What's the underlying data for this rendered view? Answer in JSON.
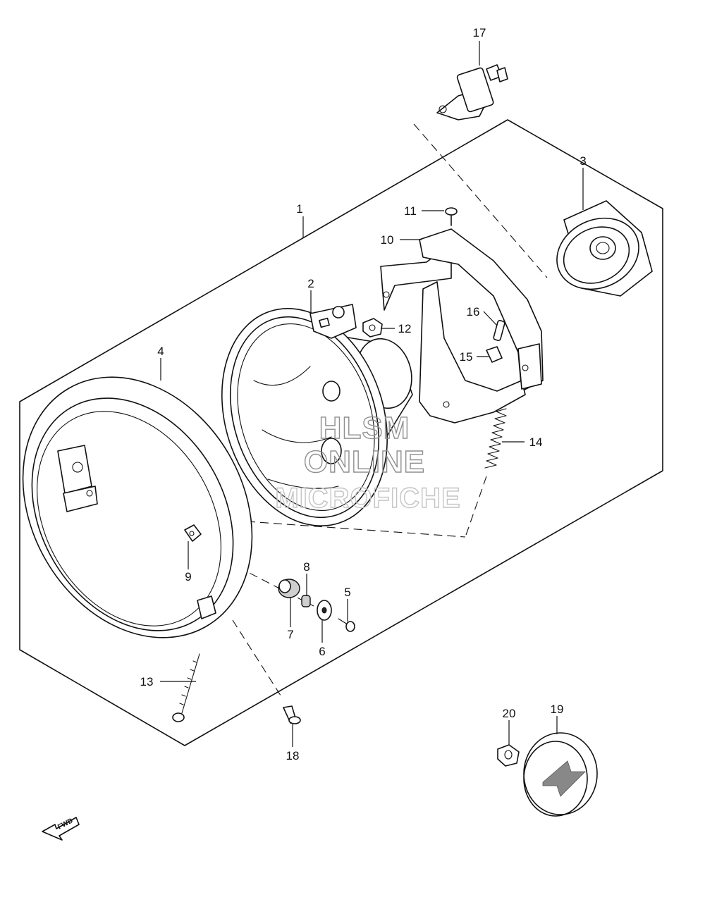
{
  "watermark": {
    "line1": "HLSM",
    "line2": "ONLINE",
    "line3": "MICROFICHE"
  },
  "direction_arrow": {
    "label": "FWD"
  },
  "callouts": [
    {
      "ref": "1",
      "part": "headlight assembly"
    },
    {
      "ref": "2",
      "part": "headlight unit"
    },
    {
      "ref": "3",
      "part": "socket cover"
    },
    {
      "ref": "4",
      "part": "headlight housing"
    },
    {
      "ref": "5",
      "part": "screw"
    },
    {
      "ref": "6",
      "part": "washer"
    },
    {
      "ref": "7",
      "part": "cushion"
    },
    {
      "ref": "8",
      "part": "spacer"
    },
    {
      "ref": "9",
      "part": "nut"
    },
    {
      "ref": "10",
      "part": "bracket"
    },
    {
      "ref": "11",
      "part": "screw"
    },
    {
      "ref": "12",
      "part": "nut"
    },
    {
      "ref": "13",
      "part": "adjusting screw"
    },
    {
      "ref": "14",
      "part": "spring"
    },
    {
      "ref": "15",
      "part": "clamp"
    },
    {
      "ref": "16",
      "part": "cushion"
    },
    {
      "ref": "17",
      "part": "bulb"
    },
    {
      "ref": "18",
      "part": "screw"
    },
    {
      "ref": "19",
      "part": "emblem"
    },
    {
      "ref": "20",
      "part": "nut"
    }
  ]
}
